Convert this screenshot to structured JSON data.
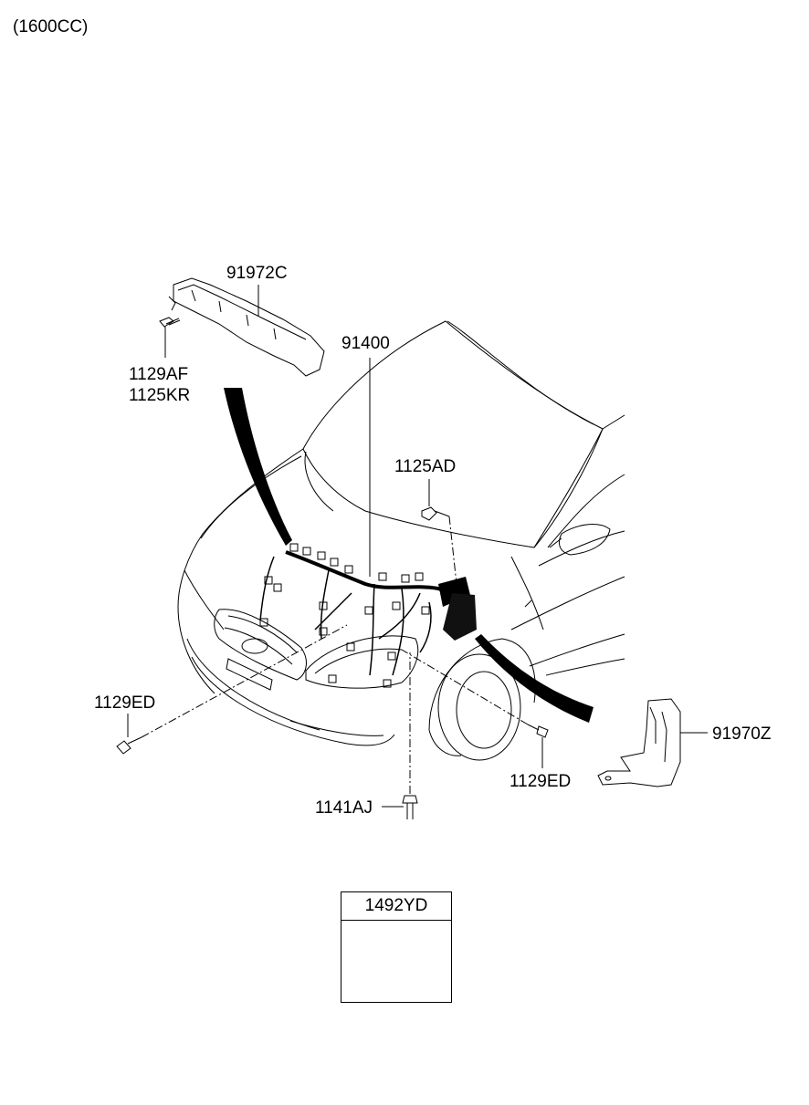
{
  "header": {
    "engine_label": "(1600CC)"
  },
  "parts": {
    "p91972C": "91972C",
    "p1129AF": "1129AF",
    "p1125KR": "1125KR",
    "p91400": "91400",
    "p1125AD": "1125AD",
    "p1129ED_left": "1129ED",
    "p1129ED_right": "1129ED",
    "p91970Z": "91970Z",
    "p1141AJ": "1141AJ",
    "p1492YD": "1492YD"
  },
  "colors": {
    "line": "#000000",
    "background": "#ffffff"
  }
}
